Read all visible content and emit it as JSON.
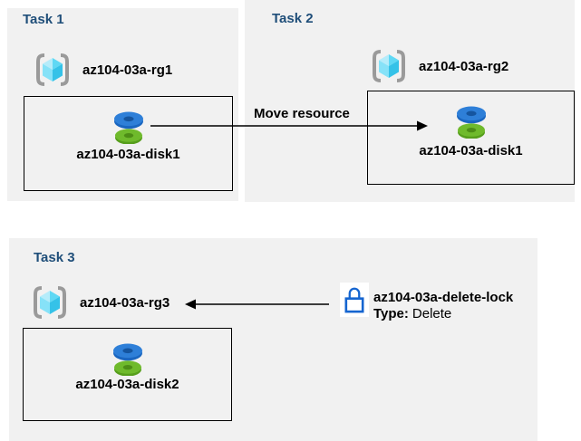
{
  "colors": {
    "panel-bg": "#f1f1f1",
    "heading": "#1f4e79",
    "box-border": "#000000",
    "lock-blue": "#1565d0",
    "bracket-gray": "#9a9a9a",
    "cube-light": "#b5ecfa",
    "cube-mid": "#5fd8f4",
    "cube-mid2": "#86e2f8",
    "cube-dark": "#35c2e8",
    "disk-blue-top": "#2e7fd8",
    "disk-blue-rim": "#1a66c0",
    "disk-green-top": "#6fba2c",
    "disk-green-rim": "#569e1c"
  },
  "tasks": [
    {
      "title": "Task 1",
      "resource_group": "az104-03a-rg1",
      "disk": "az104-03a-disk1"
    },
    {
      "title": "Task 2",
      "resource_group": "az104-03a-rg2",
      "disk": "az104-03a-disk1"
    },
    {
      "title": "Task 3",
      "resource_group": "az104-03a-rg3",
      "disk": "az104-03a-disk2"
    }
  ],
  "move_arrow": {
    "label": "Move resource"
  },
  "lock": {
    "name": "az104-03a-delete-lock",
    "type_label": "Type:",
    "type_value": "Delete"
  }
}
